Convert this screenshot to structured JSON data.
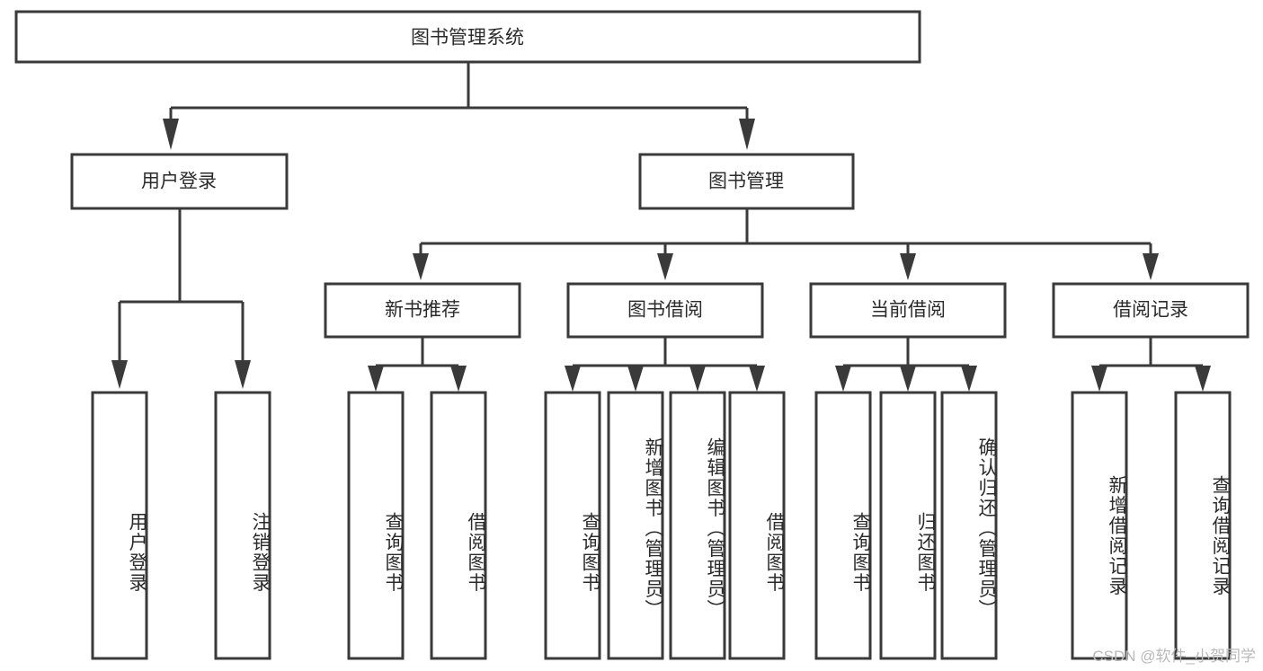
{
  "diagram": {
    "title": "图书管理系统",
    "type": "tree",
    "watermark": "CSDN @软件_小贺同学",
    "colors": {
      "stroke": "#3a3a3a",
      "fill": "#ffffff",
      "text": "#2b2b2b",
      "watermark": "#b9b9b9",
      "background": "#ffffff"
    },
    "levels": [
      {
        "level": 1,
        "nodes": [
          {
            "id": "root",
            "label": "图书管理系统",
            "orientation": "horizontal"
          }
        ]
      },
      {
        "level": 2,
        "nodes": [
          {
            "id": "user-login",
            "label": "用户登录",
            "orientation": "horizontal"
          },
          {
            "id": "book-manage",
            "label": "图书管理",
            "orientation": "horizontal"
          }
        ]
      },
      {
        "level": 3,
        "nodes": [
          {
            "id": "new-book-rec",
            "label": "新书推荐",
            "orientation": "horizontal"
          },
          {
            "id": "book-borrow",
            "label": "图书借阅",
            "orientation": "horizontal"
          },
          {
            "id": "current-borrow",
            "label": "当前借阅",
            "orientation": "horizontal"
          },
          {
            "id": "borrow-record",
            "label": "借阅记录",
            "orientation": "horizontal"
          }
        ]
      },
      {
        "level": 4,
        "nodes": [
          {
            "id": "leaf-user-login",
            "label": "用户登录",
            "orientation": "vertical",
            "parent": "user-login"
          },
          {
            "id": "leaf-logout",
            "label": "注销登录",
            "orientation": "vertical",
            "parent": "user-login"
          },
          {
            "id": "leaf-query-book-1",
            "label": "查询图书",
            "orientation": "vertical",
            "parent": "new-book-rec"
          },
          {
            "id": "leaf-borrow-book-1",
            "label": "借阅图书",
            "orientation": "vertical",
            "parent": "new-book-rec"
          },
          {
            "id": "leaf-query-book-2",
            "label": "查询图书",
            "orientation": "vertical",
            "parent": "book-borrow"
          },
          {
            "id": "leaf-add-book",
            "label": "新增图书（管理员）",
            "orientation": "vertical",
            "parent": "book-borrow"
          },
          {
            "id": "leaf-edit-book",
            "label": "编辑图书（管理员）",
            "orientation": "vertical",
            "parent": "book-borrow"
          },
          {
            "id": "leaf-borrow-book-2",
            "label": "借阅图书",
            "orientation": "vertical",
            "parent": "book-borrow"
          },
          {
            "id": "leaf-query-book-3",
            "label": "查询图书",
            "orientation": "vertical",
            "parent": "current-borrow"
          },
          {
            "id": "leaf-return-book",
            "label": "归还图书",
            "orientation": "vertical",
            "parent": "current-borrow"
          },
          {
            "id": "leaf-confirm-return",
            "label": "确认归还（管理员）",
            "orientation": "vertical",
            "parent": "current-borrow"
          },
          {
            "id": "leaf-add-record",
            "label": "新增借阅记录",
            "orientation": "vertical",
            "parent": "borrow-record"
          },
          {
            "id": "leaf-query-record",
            "label": "查询借阅记录",
            "orientation": "vertical",
            "parent": "borrow-record"
          }
        ]
      }
    ]
  }
}
